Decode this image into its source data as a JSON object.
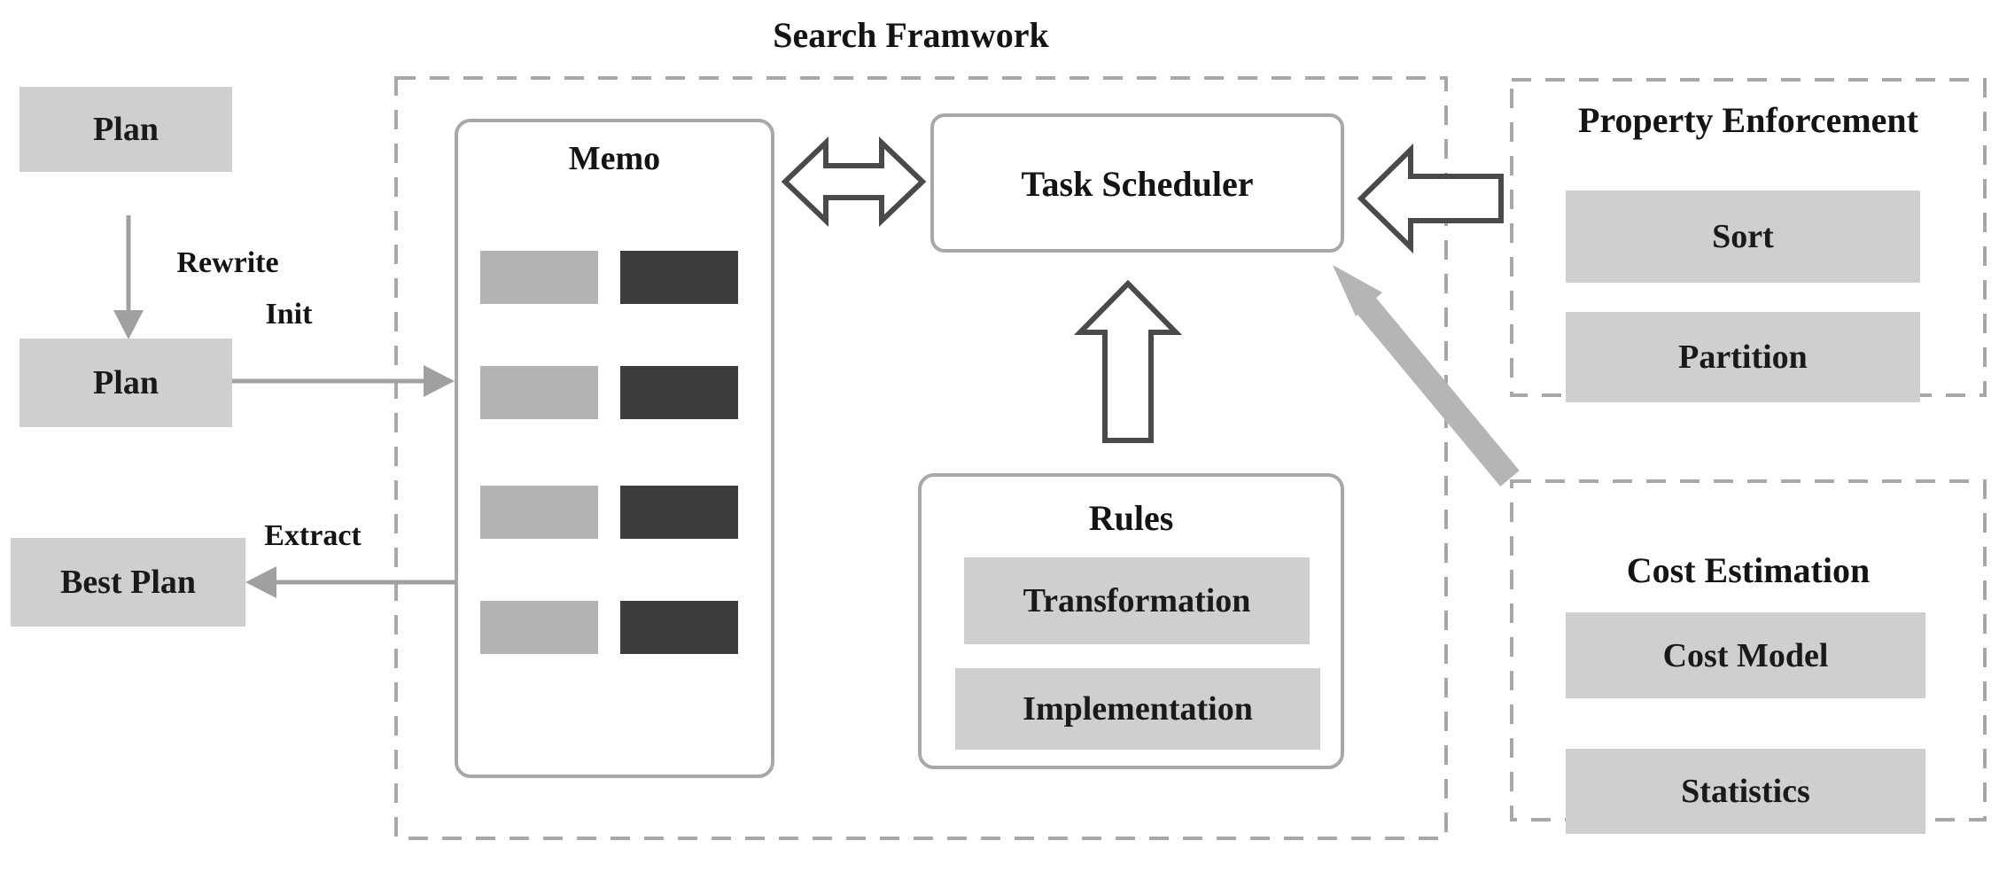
{
  "diagram": {
    "title": "Search Framwork",
    "colors": {
      "gray_box_fill": "#cfcfcf",
      "memo_light_fill": "#b3b3b3",
      "memo_dark_fill": "#3d3d3d",
      "panel_border": "#a8a8a8",
      "dashed_border": "#a8a8a8",
      "arrow_outline": "#4a4a4a",
      "thin_arrow": "#a0a0a0",
      "thick_arrow": "#b5b5b5",
      "text": "#141414",
      "background": "#ffffff"
    }
  },
  "input_chain": {
    "plan_top_label": "Plan",
    "plan_bottom_label": "Plan",
    "best_plan_label": "Best Plan",
    "rewrite_label": "Rewrite",
    "init_label": "Init",
    "extract_label": "Extract"
  },
  "memo": {
    "title": "Memo",
    "rows": [
      {
        "light": "",
        "dark": ""
      },
      {
        "light": "",
        "dark": ""
      },
      {
        "light": "",
        "dark": ""
      },
      {
        "light": "",
        "dark": ""
      }
    ]
  },
  "task_scheduler": {
    "title": "Task Scheduler"
  },
  "rules": {
    "title": "Rules",
    "items": [
      "Transformation",
      "Implementation"
    ]
  },
  "property_enforcement": {
    "title": "Property Enforcement",
    "items": [
      "Sort",
      "Partition"
    ]
  },
  "cost_estimation": {
    "title": "Cost Estimation",
    "items": [
      "Cost Model",
      "Statistics"
    ]
  },
  "connectors": {
    "memo_scheduler": "bidirectional-arrow",
    "rules_scheduler": "up-arrow",
    "property_scheduler": "left-arrow",
    "cost_scheduler": "diagonal-arrow"
  }
}
